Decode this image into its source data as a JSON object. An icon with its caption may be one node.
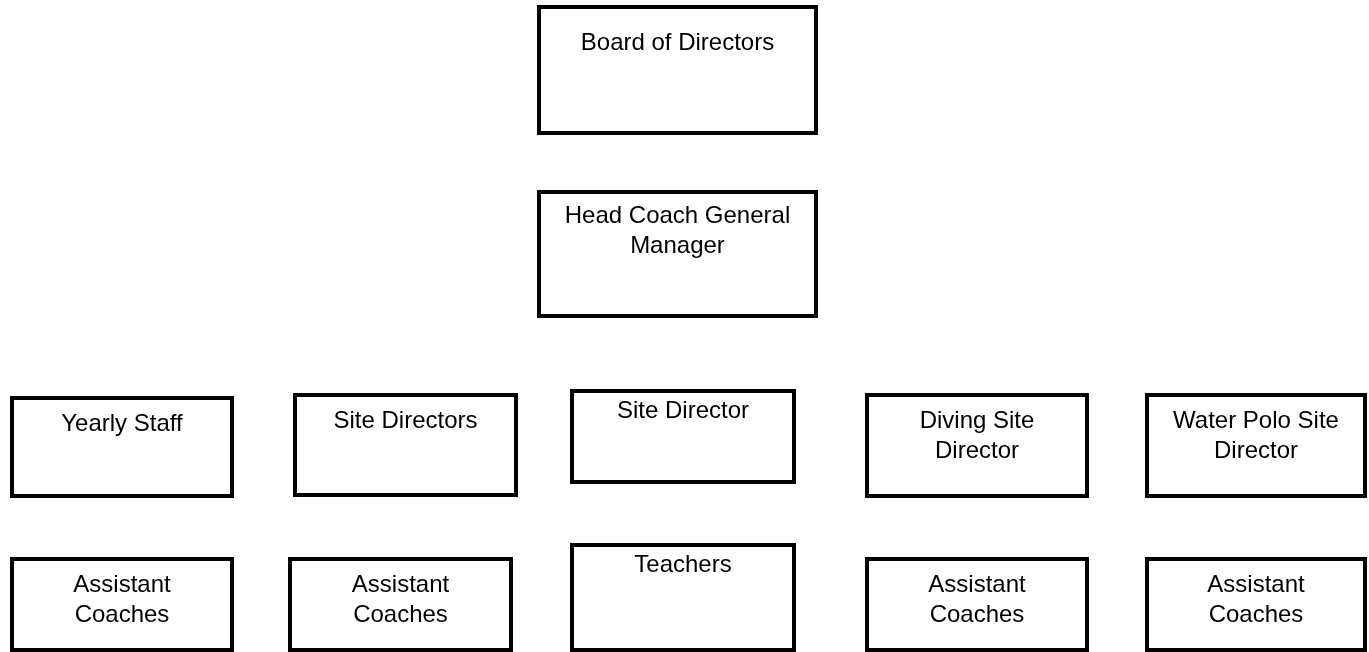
{
  "diagram": {
    "nodes": [
      {
        "text": [
          "Board of Directors"
        ]
      },
      {
        "text": [
          "Head Coach General Manager"
        ]
      },
      {
        "text": [
          "Yearly Staff"
        ]
      },
      {
        "text": [
          "Site Directors"
        ]
      },
      {
        "text": [
          "Site Director"
        ]
      },
      {
        "text": [
          "Diving Site Director"
        ]
      },
      {
        "text": [
          "Water Polo Site Director"
        ]
      },
      {
        "text": [
          "Assistant Coaches"
        ]
      },
      {
        "text": [
          "Assistant Coaches"
        ]
      },
      {
        "text": [
          "Teachers"
        ]
      },
      {
        "text": [
          "Assistant Coaches"
        ]
      },
      {
        "text": [
          "Assistant Coaches"
        ]
      }
    ]
  }
}
